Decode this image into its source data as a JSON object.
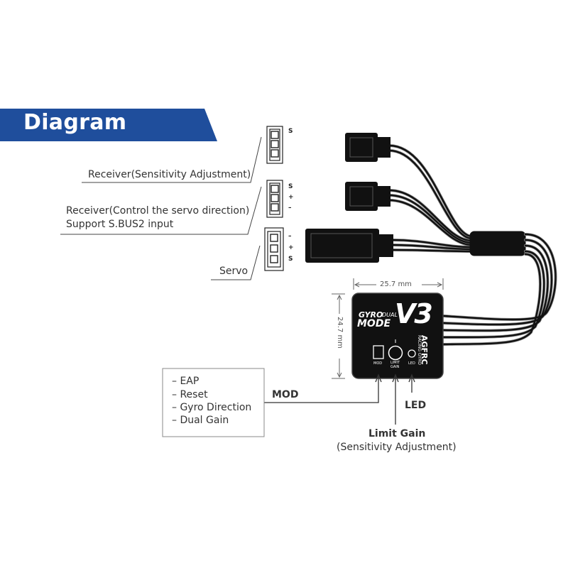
{
  "header": {
    "title": "Diagram"
  },
  "connectors": [
    {
      "id": "sens",
      "label": "Receiver(Sensitivity Adjustment)",
      "pins": [
        "S"
      ]
    },
    {
      "id": "dir",
      "label_line1": "Receiver(Control the servo direction)",
      "label_line2": "Support S.BUS2 input",
      "pins": [
        "S",
        "+",
        "–"
      ]
    },
    {
      "id": "servo",
      "label": "Servo",
      "pins": [
        "–",
        "+",
        "S"
      ]
    }
  ],
  "dimensions": {
    "width": "25.7 mm",
    "height": "24.7 mm"
  },
  "board": {
    "brand": "AGFRC",
    "brand_sub": "RACING GYRO",
    "logo_gyro": "GYRO",
    "logo_dual": "DUAL",
    "logo_mode": "MODE",
    "logo_v3": "V3",
    "silk_mod": "MOD",
    "silk_limit1": "LIMIT",
    "silk_limit2": "GAIN",
    "silk_led": "LED"
  },
  "callouts": {
    "mod": "MOD",
    "led": "LED",
    "limit_gain": "Limit Gain",
    "limit_gain_sub": "(Sensitivity Adjustment)"
  },
  "mod_options": [
    "EAP",
    "Reset",
    "Gyro Direction",
    "Dual Gain"
  ],
  "colors": {
    "banner": "#1f4e9c",
    "board": "#111111",
    "cable": "#111111"
  }
}
